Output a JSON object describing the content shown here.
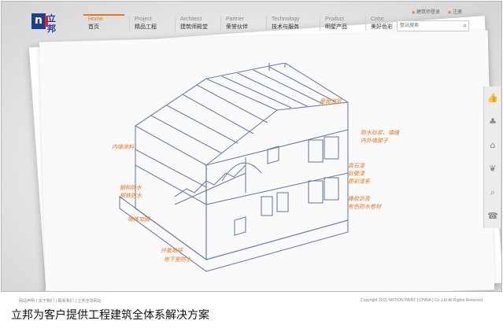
{
  "brand": {
    "mark": "n",
    "name": "立邦"
  },
  "toplinks": [
    "建筑师登录",
    "注册"
  ],
  "nav": [
    {
      "en": "Home",
      "zh": "首页",
      "active": true
    },
    {
      "en": "Project",
      "zh": "精品工程"
    },
    {
      "en": "Architect",
      "zh": "建筑师殿堂"
    },
    {
      "en": "Partner",
      "zh": "荣誉伙伴"
    },
    {
      "en": "Technology",
      "zh": "技术与服务"
    },
    {
      "en": "Product",
      "zh": "明星产品"
    },
    {
      "en": "Color",
      "zh": "美好色彩"
    }
  ],
  "search": {
    "placeholder": "整站搜索"
  },
  "annotations": {
    "roof": "屋面涂层",
    "interior": "内墙涂料",
    "wood": "钢构防水",
    "wood2": "钢铁防水",
    "wallreinforce": "墙体加固",
    "ground": "环氧地坪",
    "ground2": "地下室防水",
    "ext1": "防水砂浆、填缝",
    "ext1b": "内外墙腻子",
    "ext2": "真石漆",
    "ext2b": "砂壁漆",
    "ext2c": "质彩漆系",
    "ext3": "橡胶沥青",
    "ext3b": "有色防水卷材"
  },
  "footer": {
    "left": "网站声明  |  关于我们  |  联系我们  |  立邦全球网站",
    "right": "Copyright 2015 NIPPON PAINT [ CHINA ] Co.,Ltd All Rights Reserved"
  },
  "caption": "立邦为客户提供工程建筑全体系解决方案",
  "colors": {
    "accent": "#e8741a",
    "brand_blue": "#1c3e94",
    "brand_red": "#d8242c"
  }
}
